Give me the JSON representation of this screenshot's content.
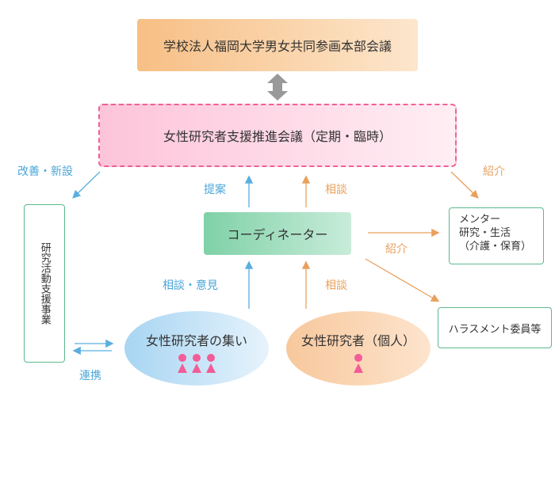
{
  "board": {
    "label": "学校法人福岡大学男女共同参画本部会議"
  },
  "promotion": {
    "label": "女性研究者支援推進会議（定期・臨時）"
  },
  "coordinator": {
    "label": "コーディネーター"
  },
  "support": {
    "label": "研究活動支援事業"
  },
  "mentor": {
    "line1": "メンター",
    "line2": "研究・生活",
    "line3": "（介護・保育）"
  },
  "harassment": {
    "label": "ハラスメント委員等"
  },
  "gathering": {
    "label": "女性研究者の集い"
  },
  "individual": {
    "label": "女性研究者（個人）"
  },
  "labels": {
    "improve": "改善・新設",
    "propose": "提案",
    "consult_top": "相談",
    "introduce_top": "紹介",
    "introduce_mid": "紹介",
    "consult_opinion": "相談・意見",
    "consult_bottom": "相談",
    "cooperation": "連携"
  },
  "colors": {
    "blue_arrow": "#5aaee0",
    "orange_arrow": "#e9a05c",
    "gray_arrow": "#999999",
    "person": "#f25c97"
  }
}
